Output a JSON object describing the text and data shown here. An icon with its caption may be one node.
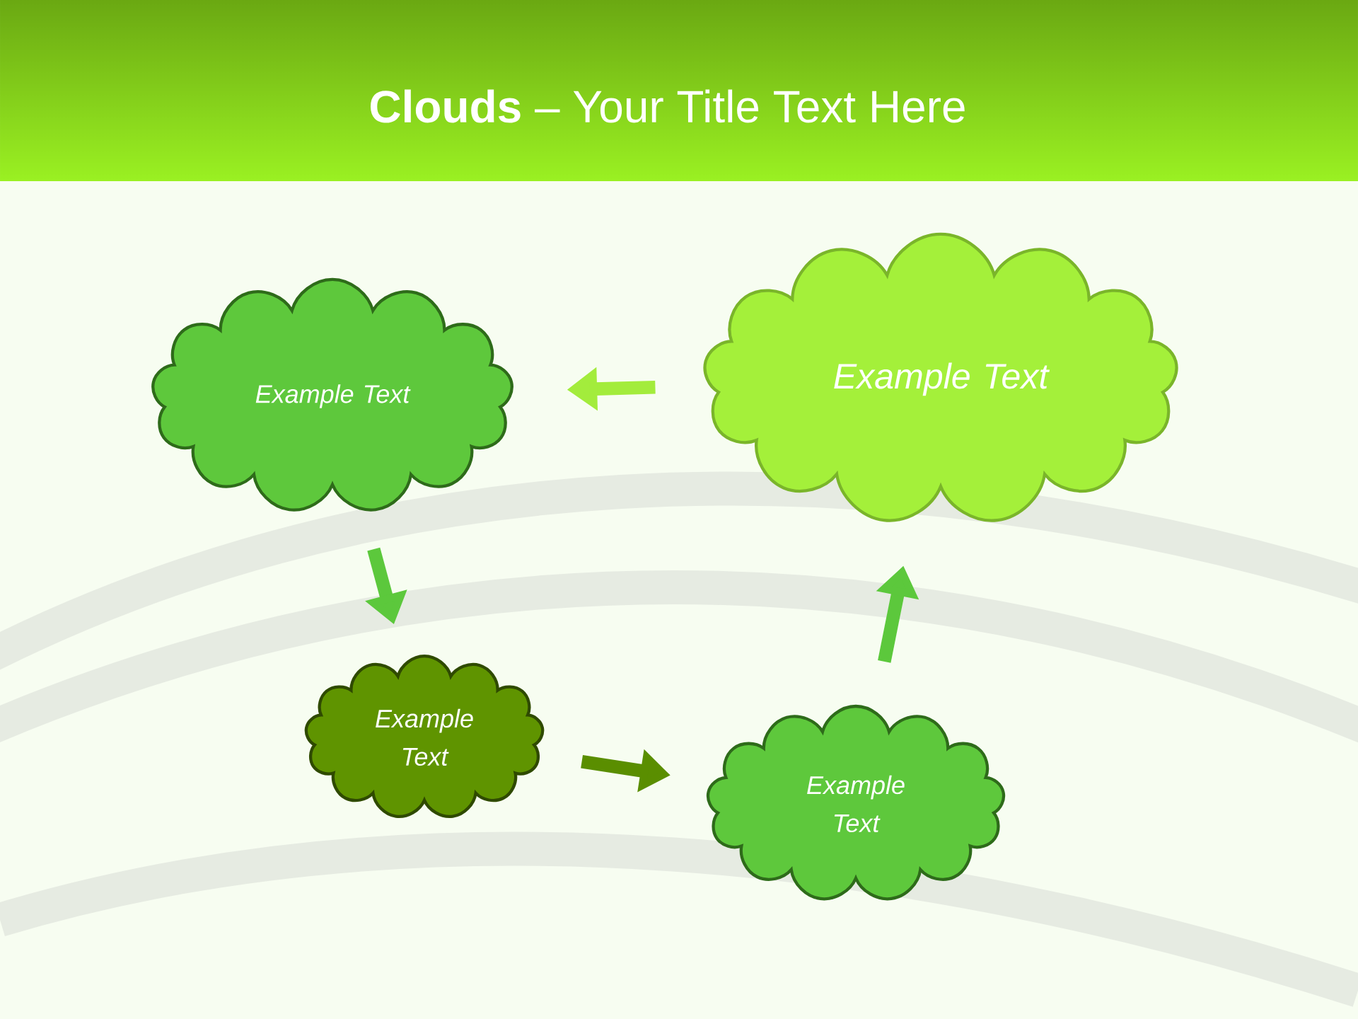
{
  "diagram": {
    "title": "**Clouds** – Your Title Text Here",
    "nodes": [
      {
        "text": [
          "Example Text"
        ]
      },
      {
        "text": [
          "Example Text"
        ]
      },
      {
        "text": [
          "Example Text"
        ]
      },
      {
        "text": [
          "Example Text"
        ]
      }
    ],
    "edges": [
      {
        "from": 1,
        "to": 0,
        "arrow": "to",
        "color": "#a3ec3c"
      },
      {
        "from": 0,
        "to": 2,
        "arrow": "to"
      },
      {
        "from": 2,
        "to": 3,
        "arrow": "to",
        "color": "#5a8e00"
      },
      {
        "from": 3,
        "to": 1,
        "arrow": "to"
      }
    ]
  }
}
